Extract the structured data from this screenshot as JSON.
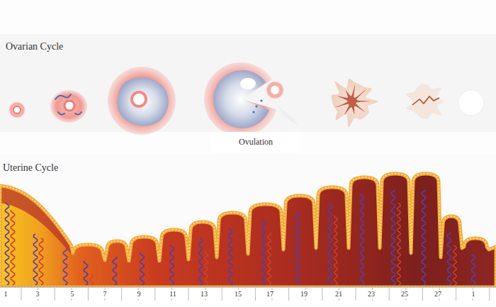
{
  "diagram": {
    "nodes": [
      {
        "text": [
          "Ovulation"
        ]
      }
    ],
    "labels": [
      "Ovarian Cycle",
      "Uterine Cycle",
      "1",
      "3",
      "5",
      "7",
      "9",
      "11",
      "13",
      "15",
      "17",
      "19",
      "21",
      "23",
      "25",
      "27",
      "1"
    ]
  }
}
